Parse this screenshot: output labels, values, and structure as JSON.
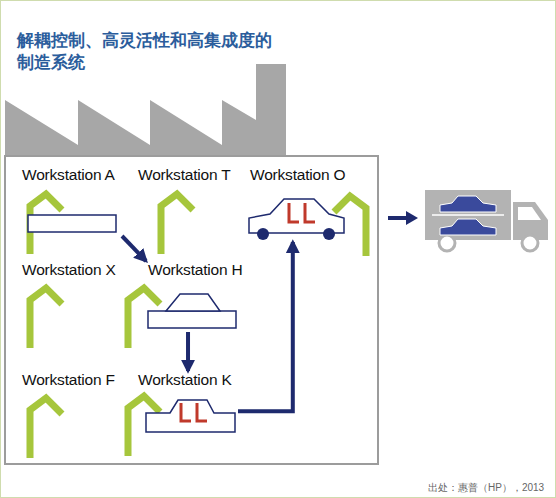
{
  "diagram": {
    "title": "解耦控制、高灵活性和高集成度的 制造系统",
    "nodes": [
      {
        "text": [
          "Workstation A"
        ]
      },
      {
        "text": [
          "Workstation T"
        ]
      },
      {
        "text": [
          "Workstation O"
        ]
      },
      {
        "text": [
          "Workstation X"
        ]
      },
      {
        "text": [
          "Workstation H"
        ]
      },
      {
        "text": [
          "Workstation F"
        ]
      },
      {
        "text": [
          "Workstation K"
        ]
      }
    ],
    "edges": [
      {
        "from": 0,
        "to": 4,
        "arrow": "to"
      },
      {
        "from": 4,
        "to": 6,
        "arrow": "to"
      },
      {
        "from": 6,
        "to": 2,
        "arrow": "to"
      }
    ],
    "labels": [
      "出处：惠普（HP），2013"
    ]
  }
}
